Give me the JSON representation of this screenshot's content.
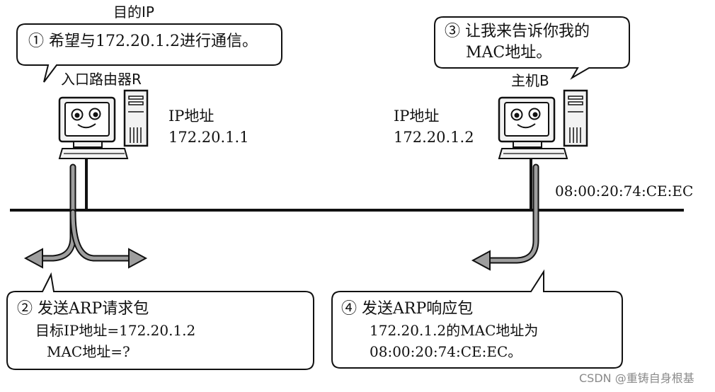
{
  "labels": {
    "dest_ip_note": "目的IP",
    "router_name": "入口路由器R",
    "host_name": "主机B",
    "router_ip_title": "IP地址",
    "router_ip_value": "172.20.1.1",
    "host_ip_title": "IP地址",
    "host_ip_value": "172.20.1.2",
    "host_mac_value": "08:00:20:74:CE:EC"
  },
  "bubbles": {
    "step1": {
      "line1": "① 希望与172.20.1.2进行通信。"
    },
    "step3": {
      "line1": "③ 让我来告诉你我的",
      "line2": "MAC地址。"
    },
    "step2": {
      "line1": "② 发送ARP请求包",
      "line2": "目标IP地址=172.20.1.2",
      "line3": "MAC地址=?"
    },
    "step4": {
      "line1": "④ 发送ARP响应包",
      "line2": "172.20.1.2的MAC地址为",
      "line3": "08:00:20:74:CE:EC。"
    }
  },
  "watermark": "CSDN @重铸自身根基",
  "colors": {
    "line": "#111111",
    "arrow_fill": "#9e9e9e",
    "computer_fill": "#f2f2f2",
    "screen_fill": "#ffffff"
  }
}
